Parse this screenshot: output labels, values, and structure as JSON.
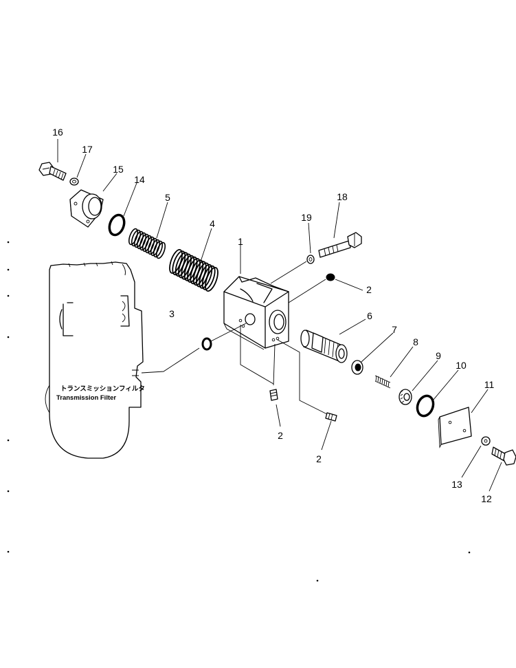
{
  "callouts": {
    "c1": "1",
    "c2a": "2",
    "c2b": "2",
    "c2c": "2",
    "c3": "3",
    "c4": "4",
    "c5": "5",
    "c6": "6",
    "c7": "7",
    "c8": "8",
    "c9": "9",
    "c10": "10",
    "c11": "11",
    "c12": "12",
    "c13": "13",
    "c14": "14",
    "c15": "15",
    "c16": "16",
    "c17": "17",
    "c18": "18",
    "c19": "19"
  },
  "filter_caption": {
    "jp": "トランスミッションフィルタ",
    "en": "Transmission  Filter"
  }
}
